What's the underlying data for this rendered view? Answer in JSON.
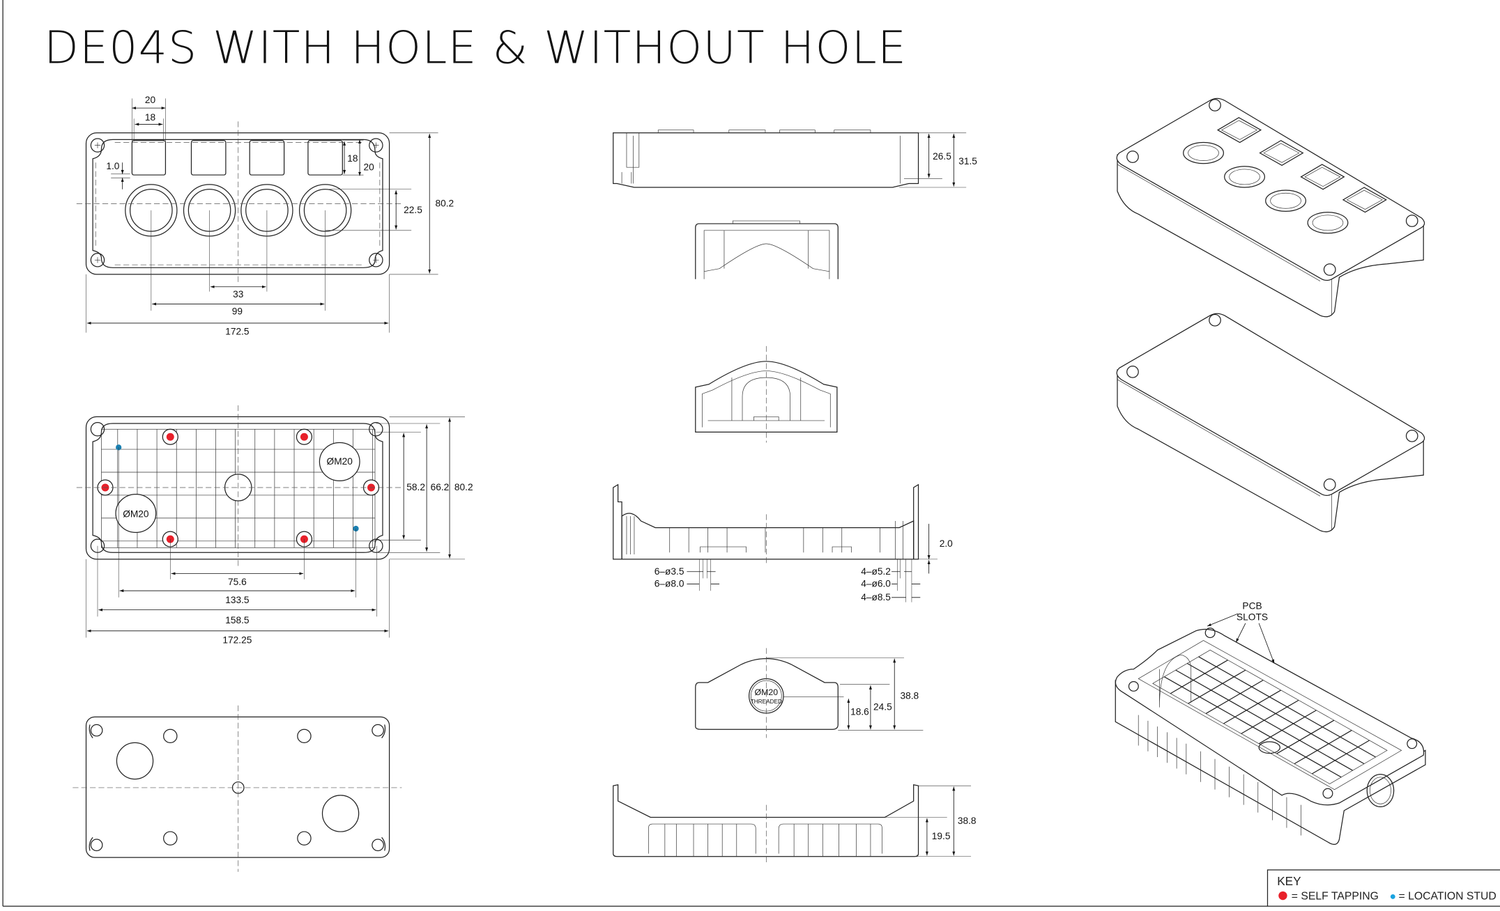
{
  "title": "DE04S WITH HOLE & WITHOUT HOLE",
  "top_view": {
    "dims": {
      "w20": "20",
      "w18": "18",
      "gap": "1.0",
      "h18": "18",
      "h20": "20",
      "hole_h": "22.5",
      "height": "80.2",
      "pitch": "33",
      "span": "99",
      "width": "172.5"
    }
  },
  "bottom_view": {
    "hole_label_1": "ØM20",
    "hole_label_2": "ØM20",
    "dims": {
      "h1": "58.2",
      "h2": "66.2",
      "h3": "80.2",
      "w1": "75.6",
      "w2": "133.5",
      "w3": "158.5",
      "w4": "172.25"
    }
  },
  "side_views": {
    "side_a": {
      "h1": "26.5",
      "h2": "31.5"
    },
    "section_d": {
      "h": "2.0",
      "l1": "6–ø3.5",
      "l2": "6–ø8.0",
      "r1": "4–ø5.2",
      "r2": "4–ø6.0",
      "r3": "4–ø8.5"
    },
    "end_e": {
      "hole": "ØM20",
      "hole_note": "THREADED",
      "h1": "18.6",
      "h2": "24.5",
      "h3": "38.8"
    },
    "side_f": {
      "h1": "19.5",
      "h2": "38.8"
    }
  },
  "iso": {
    "callout_1": "PCB",
    "callout_2": "SLOTS"
  },
  "key": {
    "title": "KEY",
    "items": [
      {
        "label": "= SELF TAPPING",
        "color": "#e8202a"
      },
      {
        "label": "= LOCATION STUD",
        "color": "#1aa3e0"
      }
    ]
  }
}
